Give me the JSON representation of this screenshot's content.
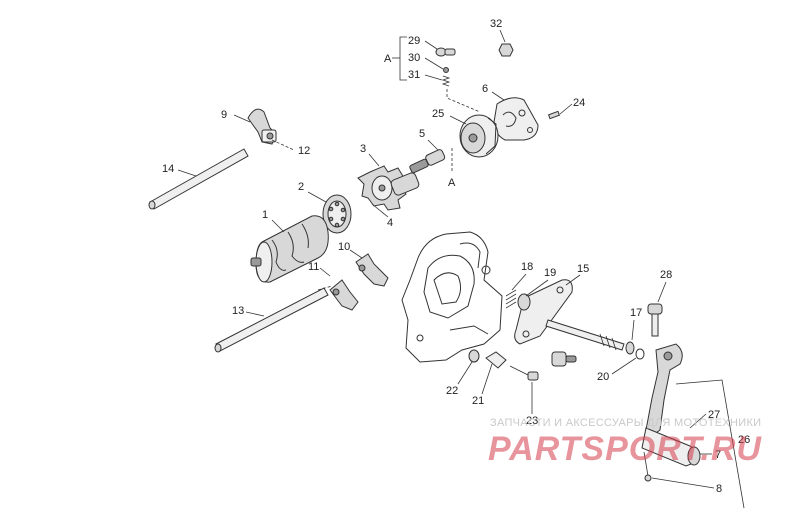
{
  "callouts": {
    "c1": "1",
    "c2": "2",
    "c3": "3",
    "c4": "4",
    "c5": "5",
    "c6": "6",
    "c7": "7",
    "c8": "8",
    "c9": "9",
    "c10": "10",
    "c11": "11",
    "c12": "12",
    "c13": "13",
    "c14": "14",
    "c15": "15",
    "c17": "17",
    "c18": "18",
    "c19": "19",
    "c20": "20",
    "c21": "21",
    "c22": "22",
    "c23": "23",
    "c24": "24",
    "c25": "25",
    "c26": "26",
    "c27": "27",
    "c28": "28",
    "c29": "29",
    "c30": "30",
    "c31": "31",
    "c32": "32"
  },
  "groups": {
    "group_a_label": "A",
    "ref_a_label": "A"
  },
  "watermark": {
    "caption": "ЗАПЧАСТИ И АКСЕССУАРЫ ДЛЯ МОТОТЕХНИКИ",
    "logo": "PARTSPORT.RU"
  }
}
